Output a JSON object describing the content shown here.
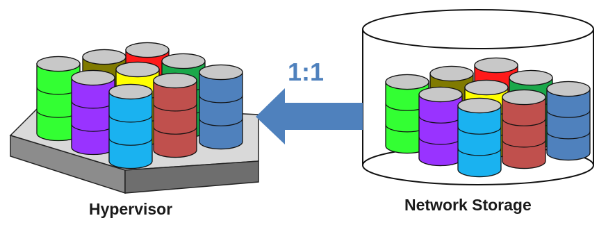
{
  "captions": {
    "hypervisor": "Hypervisor",
    "network_storage": "Network Storage",
    "ratio": "1:1"
  },
  "colors": {
    "arrow": "#4f81bd",
    "ratio_text": "#4f81bd",
    "olive": "#807a00",
    "red": "#ff1a1a",
    "lime": "#33ff33",
    "yellow": "#ffff00",
    "green": "#1aa84a",
    "purple": "#9933ff",
    "crimson": "#c0504d",
    "steel": "#4f81bd",
    "sky": "#1ab2f0",
    "platform_top": "#d9d9d9",
    "platform_side": "#7f7f7f"
  },
  "cylinder_colors_back_to_front": [
    "olive",
    "red",
    "lime",
    "yellow",
    "green",
    "purple",
    "crimson",
    "steel",
    "sky"
  ]
}
